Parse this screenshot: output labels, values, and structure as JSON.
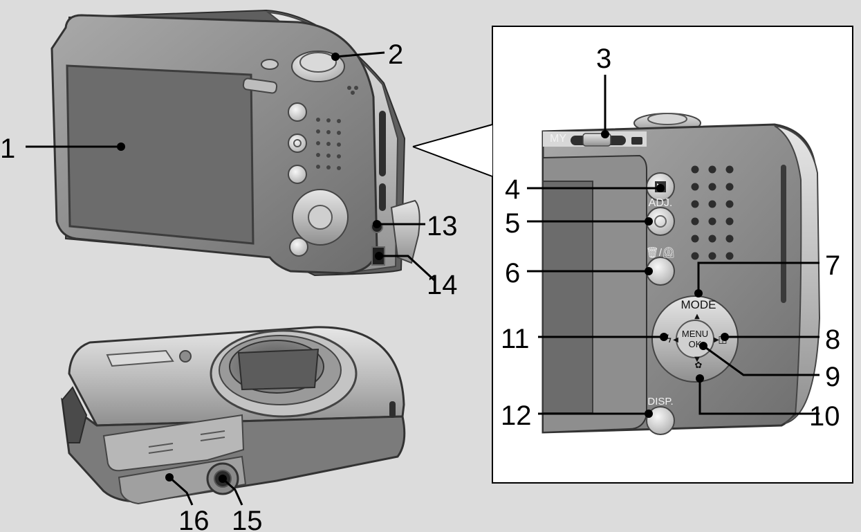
{
  "callouts": [
    {
      "id": 1,
      "text": "1"
    },
    {
      "id": 2,
      "text": "2"
    },
    {
      "id": 3,
      "text": "3"
    },
    {
      "id": 4,
      "text": "4"
    },
    {
      "id": 5,
      "text": "5"
    },
    {
      "id": 6,
      "text": "6"
    },
    {
      "id": 7,
      "text": "7"
    },
    {
      "id": 8,
      "text": "8"
    },
    {
      "id": 9,
      "text": "9"
    },
    {
      "id": 10,
      "text": "10"
    },
    {
      "id": 11,
      "text": "11"
    },
    {
      "id": 12,
      "text": "12"
    },
    {
      "id": 13,
      "text": "13"
    },
    {
      "id": 14,
      "text": "14"
    },
    {
      "id": 15,
      "text": "15"
    },
    {
      "id": 16,
      "text": "16"
    }
  ],
  "button_labels": {
    "my": "MY",
    "adj": "ADJ.",
    "delete_selftimer": "🗑/⏲",
    "mode": "MODE",
    "menu": "MENU",
    "ok": "OK",
    "disp": "DISP."
  },
  "colors": {
    "background": "#dcdcdc",
    "camera_body": "#8a8a8a",
    "screen": "#6e6e6e",
    "inset_frame": "#ffffff"
  }
}
